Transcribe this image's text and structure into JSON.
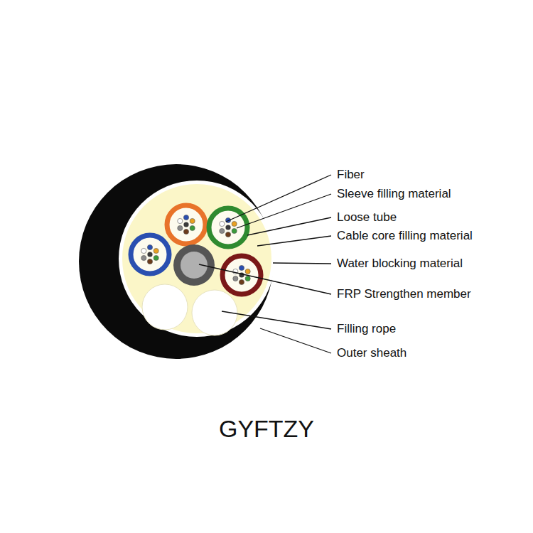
{
  "diagram": {
    "title": "GYFTZY",
    "labels": [
      "Fiber",
      "Sleeve filling material",
      "Loose tube",
      "Cable core filling material",
      "Water blocking material",
      "FRP Strengthen member",
      "Filling rope",
      "Outer sheath"
    ]
  }
}
